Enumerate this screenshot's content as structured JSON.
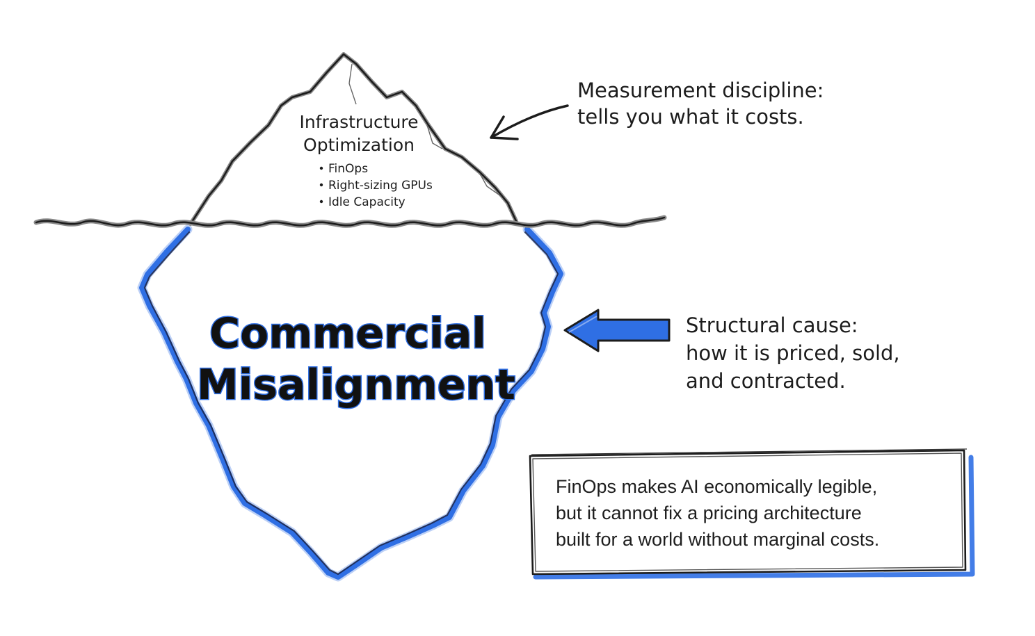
{
  "tip": {
    "title_lines": [
      "Infrastructure",
      "Optimization"
    ],
    "bullets": [
      "FinOps",
      "Right-sizing GPUs",
      "Idle Capacity"
    ]
  },
  "base": {
    "title_lines": [
      "Commercial",
      "Misalignment"
    ]
  },
  "annotations": {
    "measurement": [
      "Measurement discipline:",
      "tells you what it costs."
    ],
    "structural": [
      "Structural cause:",
      "how it is priced, sold,",
      "and contracted."
    ]
  },
  "callout": {
    "lines": [
      "FinOps makes AI economically legible,",
      "but it cannot fix a pricing architecture",
      "built for a world without marginal costs."
    ]
  },
  "colors": {
    "accent": "#2f6fe4",
    "ink": "#1c1c1c",
    "sketch_gray": "#777777"
  },
  "icons": [
    "arrow-left-icon",
    "block-arrow-left-icon"
  ]
}
